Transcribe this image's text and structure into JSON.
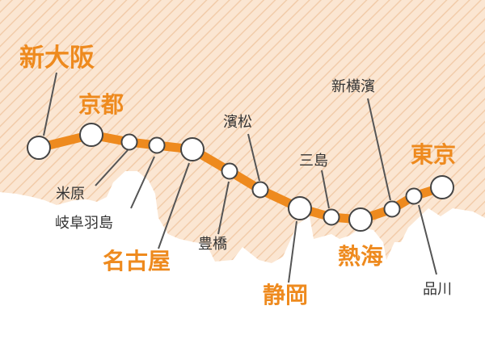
{
  "colors": {
    "land": "#fbe6d2",
    "land_hatch": "#f3cfae",
    "sea": "#ffffff",
    "route": "#ee8a1e",
    "station_fill": "#ffffff",
    "station_stroke": "#444444",
    "major_label": "#ee8a1e",
    "minor_label": "#333333",
    "leader": "#555555"
  },
  "stations": [
    {
      "id": "shin-osaka",
      "name": "新大阪",
      "major": true
    },
    {
      "id": "kyoto",
      "name": "京都",
      "major": true
    },
    {
      "id": "maibara",
      "name": "米原",
      "major": false
    },
    {
      "id": "gifu-hashima",
      "name": "岐阜羽島",
      "major": false
    },
    {
      "id": "nagoya",
      "name": "名古屋",
      "major": true
    },
    {
      "id": "toyohashi",
      "name": "豊橋",
      "major": false
    },
    {
      "id": "hamamatsu",
      "name": "濱松",
      "major": false
    },
    {
      "id": "shizuoka",
      "name": "静岡",
      "major": true
    },
    {
      "id": "mishima",
      "name": "三島",
      "major": false
    },
    {
      "id": "atami",
      "name": "熱海",
      "major": true
    },
    {
      "id": "shin-yokohama",
      "name": "新横濱",
      "major": false
    },
    {
      "id": "shinagawa",
      "name": "品川",
      "major": false
    },
    {
      "id": "tokyo",
      "name": "東京",
      "major": true
    }
  ]
}
